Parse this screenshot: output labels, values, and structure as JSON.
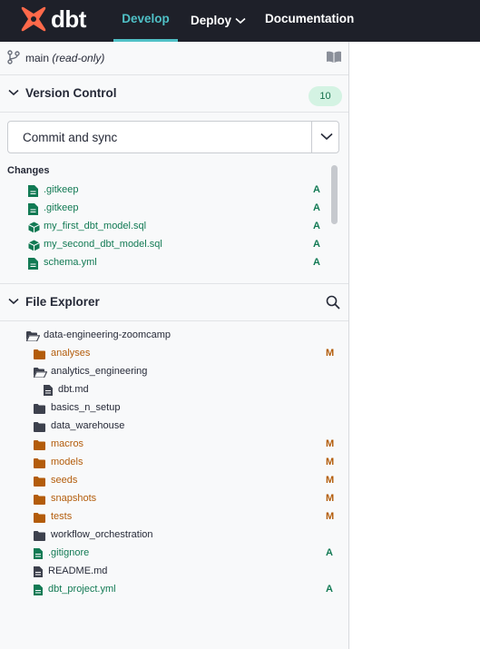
{
  "app": {
    "name": "dbt"
  },
  "nav": {
    "develop": "Develop",
    "deploy": "Deploy",
    "docs": "Documentation"
  },
  "branch": {
    "name": "main",
    "mode": "(read-only)"
  },
  "version_control": {
    "title": "Version Control",
    "count": "10",
    "commit_label": "Commit and sync",
    "changes_title": "Changes",
    "changes": [
      {
        "name": ".gitkeep",
        "status": "A",
        "icon": "file-icon"
      },
      {
        "name": ".gitkeep",
        "status": "A",
        "icon": "file-icon"
      },
      {
        "name": "my_first_dbt_model.sql",
        "status": "A",
        "icon": "model-cube-icon"
      },
      {
        "name": "my_second_dbt_model.sql",
        "status": "A",
        "icon": "model-cube-icon"
      },
      {
        "name": "schema.yml",
        "status": "A",
        "icon": "file-icon"
      }
    ]
  },
  "file_explorer": {
    "title": "File Explorer",
    "items": [
      {
        "name": "data-engineering-zoomcamp",
        "level": 0,
        "type": "folder-open",
        "status": "",
        "state": "default"
      },
      {
        "name": "analyses",
        "level": 1,
        "type": "folder",
        "status": "M",
        "state": "modified"
      },
      {
        "name": "analytics_engineering",
        "level": 1,
        "type": "folder-open",
        "status": "",
        "state": "default"
      },
      {
        "name": "dbt.md",
        "level": 2,
        "type": "file",
        "status": "",
        "state": "default"
      },
      {
        "name": "basics_n_setup",
        "level": 1,
        "type": "folder",
        "status": "",
        "state": "default"
      },
      {
        "name": "data_warehouse",
        "level": 1,
        "type": "folder",
        "status": "",
        "state": "default"
      },
      {
        "name": "macros",
        "level": 1,
        "type": "folder",
        "status": "M",
        "state": "modified"
      },
      {
        "name": "models",
        "level": 1,
        "type": "folder",
        "status": "M",
        "state": "modified"
      },
      {
        "name": "seeds",
        "level": 1,
        "type": "folder",
        "status": "M",
        "state": "modified"
      },
      {
        "name": "snapshots",
        "level": 1,
        "type": "folder",
        "status": "M",
        "state": "modified"
      },
      {
        "name": "tests",
        "level": 1,
        "type": "folder",
        "status": "M",
        "state": "modified"
      },
      {
        "name": "workflow_orchestration",
        "level": 1,
        "type": "folder",
        "status": "",
        "state": "default"
      },
      {
        "name": ".gitignore",
        "level": 1,
        "type": "file",
        "status": "A",
        "state": "added"
      },
      {
        "name": "README.md",
        "level": 1,
        "type": "file",
        "status": "",
        "state": "default"
      },
      {
        "name": "dbt_project.yml",
        "level": 1,
        "type": "file",
        "status": "A",
        "state": "added"
      }
    ]
  },
  "colors": {
    "nav_bg": "#1e2029",
    "accent": "#4fc0c6",
    "brand": "#ff694a",
    "added": "#127a54",
    "modified": "#b35c0a",
    "default_text": "#262a38"
  }
}
